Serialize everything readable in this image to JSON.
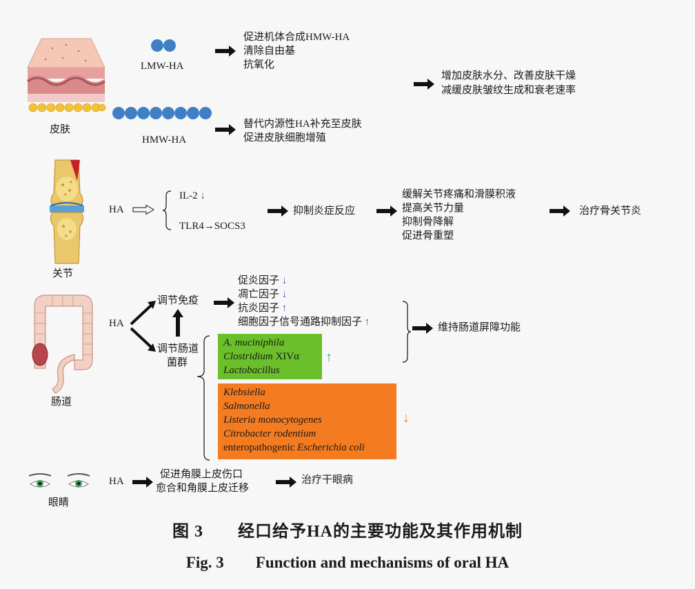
{
  "skin": {
    "organ": "皮肤",
    "lmw_label": "LMW-HA",
    "hmw_label": "HMW-HA",
    "lmw_effects": [
      "促进机体合成HMW-HA",
      "清除自由基",
      "抗氧化"
    ],
    "hmw_effects": [
      "替代内源性HA补充至皮肤",
      "促进皮肤细胞增殖"
    ],
    "outcomes": [
      "增加皮肤水分、改善皮肤干燥",
      "减缓皮肤皱纹生成和衰老速率"
    ]
  },
  "joint": {
    "organ": "关节",
    "ha": "HA",
    "il2": "IL-2",
    "il2_arrow": "↓",
    "tlr4": "TLR4→SOCS3",
    "effect": "抑制炎症反应",
    "outcomes": [
      "缓解关节疼痛和滑膜积液",
      "提高关节力量",
      "抑制骨降解",
      "促进骨重塑"
    ],
    "final": "治疗骨关节炎"
  },
  "gut": {
    "organ": "肠道",
    "ha": "HA",
    "immune": "调节免疫",
    "flora_line1": "调节肠道",
    "flora_line2": "菌群",
    "factors": [
      {
        "text": "促炎因子",
        "arrow": "↓"
      },
      {
        "text": "凋亡因子",
        "arrow": "↓"
      },
      {
        "text": "抗炎因子",
        "arrow": "↑"
      },
      {
        "text": "细胞因子信号通路抑制因子",
        "arrow": "↑"
      }
    ],
    "outcome": "维持肠道屏障功能",
    "increased_bacteria": [
      {
        "italic": "A. muciniphila",
        "plain": ""
      },
      {
        "italic": "Clostridium",
        "plain": " XIVα"
      },
      {
        "italic": "Lactobacillus",
        "plain": ""
      }
    ],
    "increased_arrow": "↑",
    "decreased_bacteria": [
      {
        "plain": "",
        "italic": "Klebsiella"
      },
      {
        "plain": "",
        "italic": "Salmonella"
      },
      {
        "plain": "",
        "italic": "Listeria monocytogenes"
      },
      {
        "plain": "",
        "italic": "Citrobacter rodentium"
      },
      {
        "plain": "enteropathogenic ",
        "italic": "Escherichia coli"
      }
    ],
    "decreased_arrow": "↓"
  },
  "eye": {
    "organ": "眼睛",
    "ha": "HA",
    "effects": [
      "促进角膜上皮伤口",
      "愈合和角膜上皮迁移"
    ],
    "final": "治疗干眼病"
  },
  "caption": {
    "cn": "图 3　　经口给予HA的主要功能及其作用机制",
    "en": "Fig. 3　　Function and mechanisms of oral HA"
  },
  "colors": {
    "green_box": "#6bbf2a",
    "orange_box": "#f47b20",
    "ha_dot": "#3f7fc6",
    "down_arrow": "#2a5db0",
    "green_arrow": "#2bb08a",
    "orange_arrow": "#f47b20"
  }
}
